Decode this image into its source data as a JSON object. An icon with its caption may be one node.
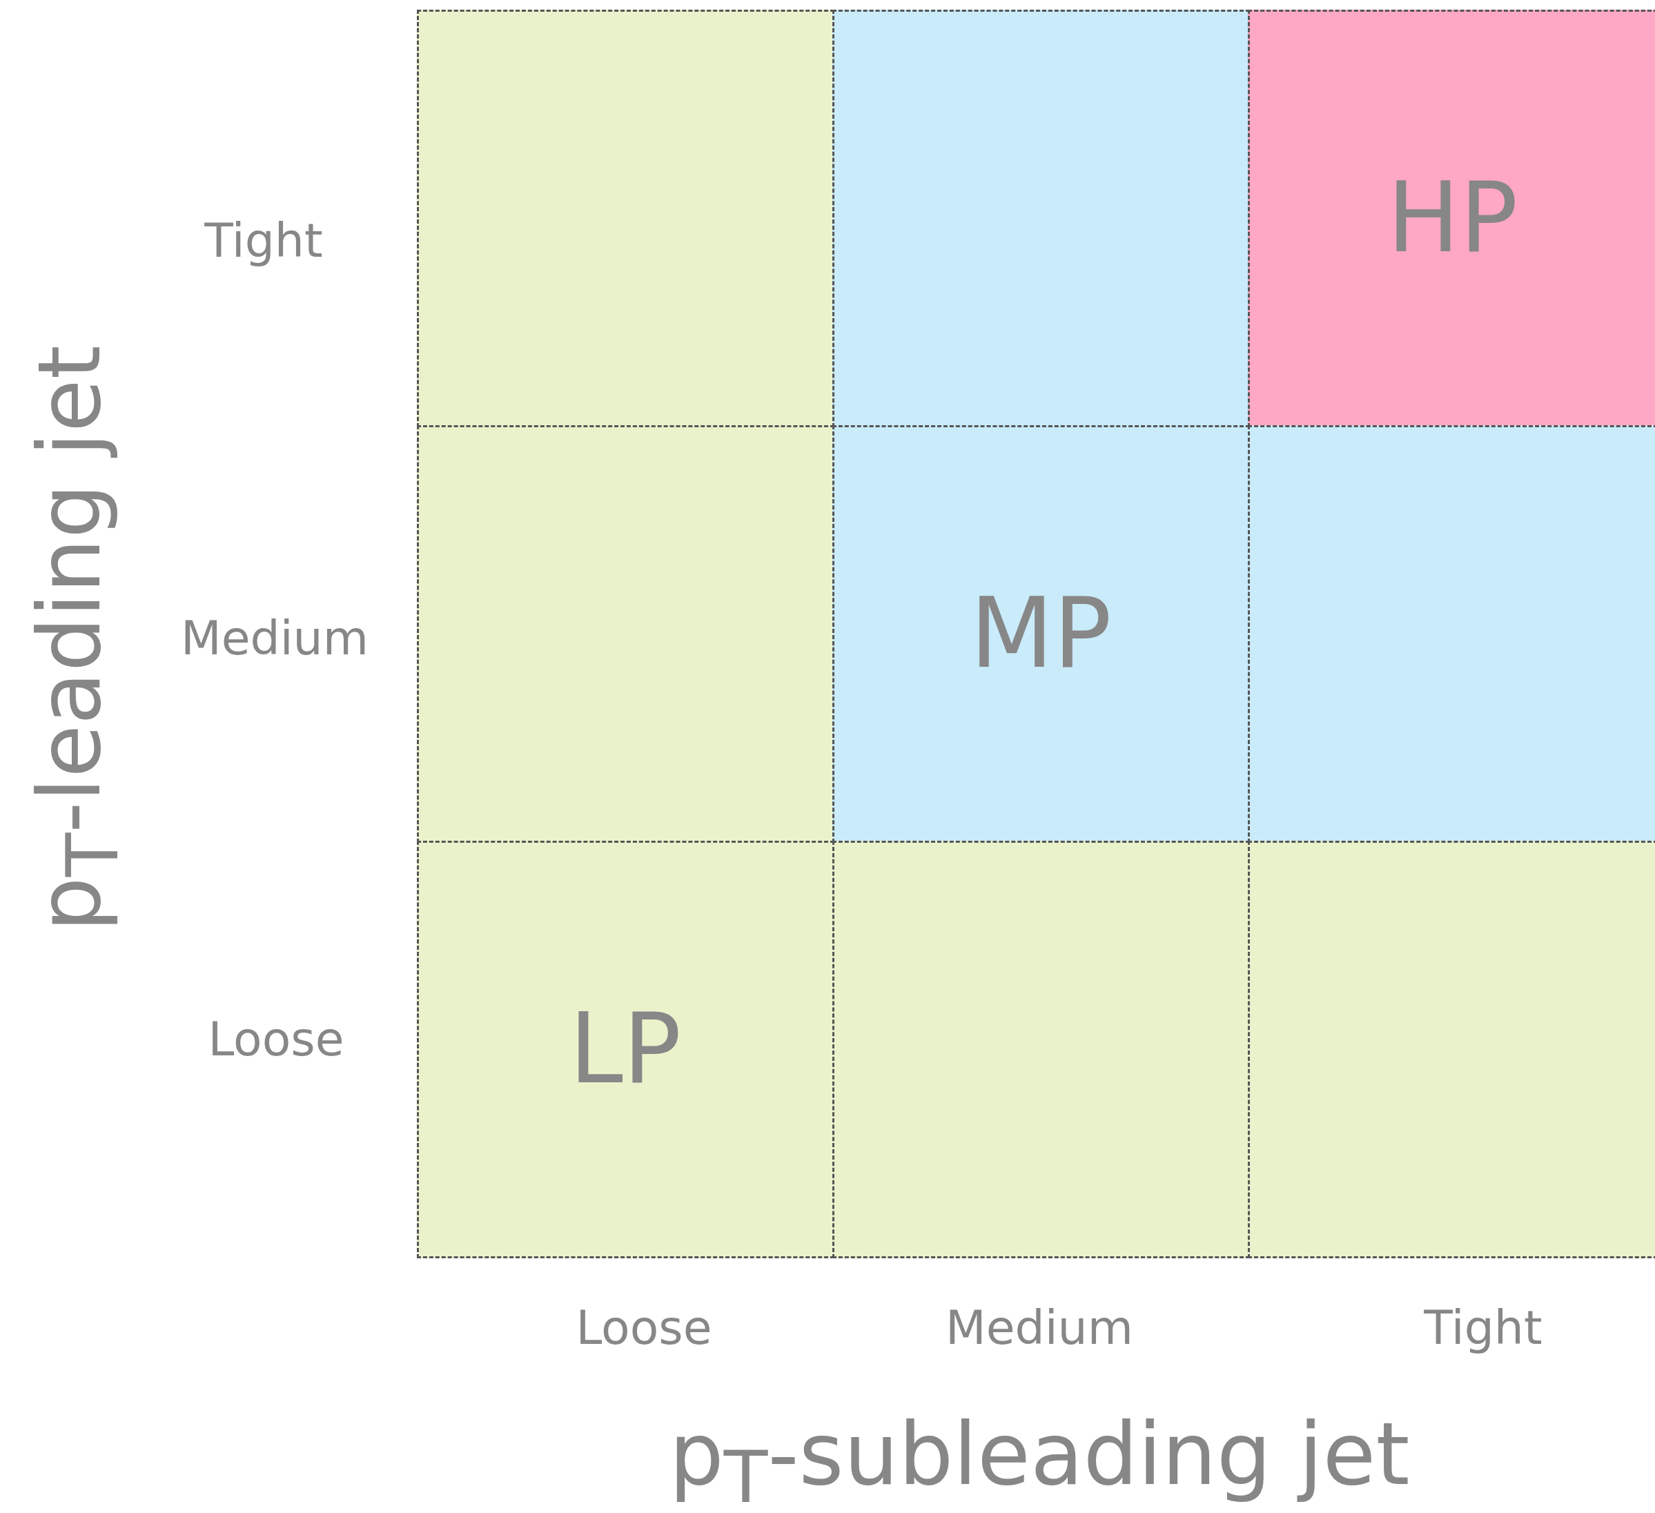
{
  "diagram": {
    "nodes": [
      {
        "text": [],
        "shape": "box"
      },
      {
        "text": [],
        "shape": "box"
      },
      {
        "text": [
          "HP"
        ]
      },
      {
        "text": [],
        "shape": "box"
      },
      {
        "text": [
          "MP"
        ]
      },
      {
        "text": [],
        "shape": "box"
      },
      {
        "text": [
          "LP"
        ]
      },
      {
        "text": [],
        "shape": "box"
      },
      {
        "text": [],
        "shape": "box"
      }
    ],
    "edges": [],
    "labels": [
      "p$_{T}$-leading jet",
      "Tight",
      "Medium",
      "Loose",
      "Loose",
      "Medium",
      "Tight",
      "p$_{T}$-subleading jet"
    ]
  }
}
